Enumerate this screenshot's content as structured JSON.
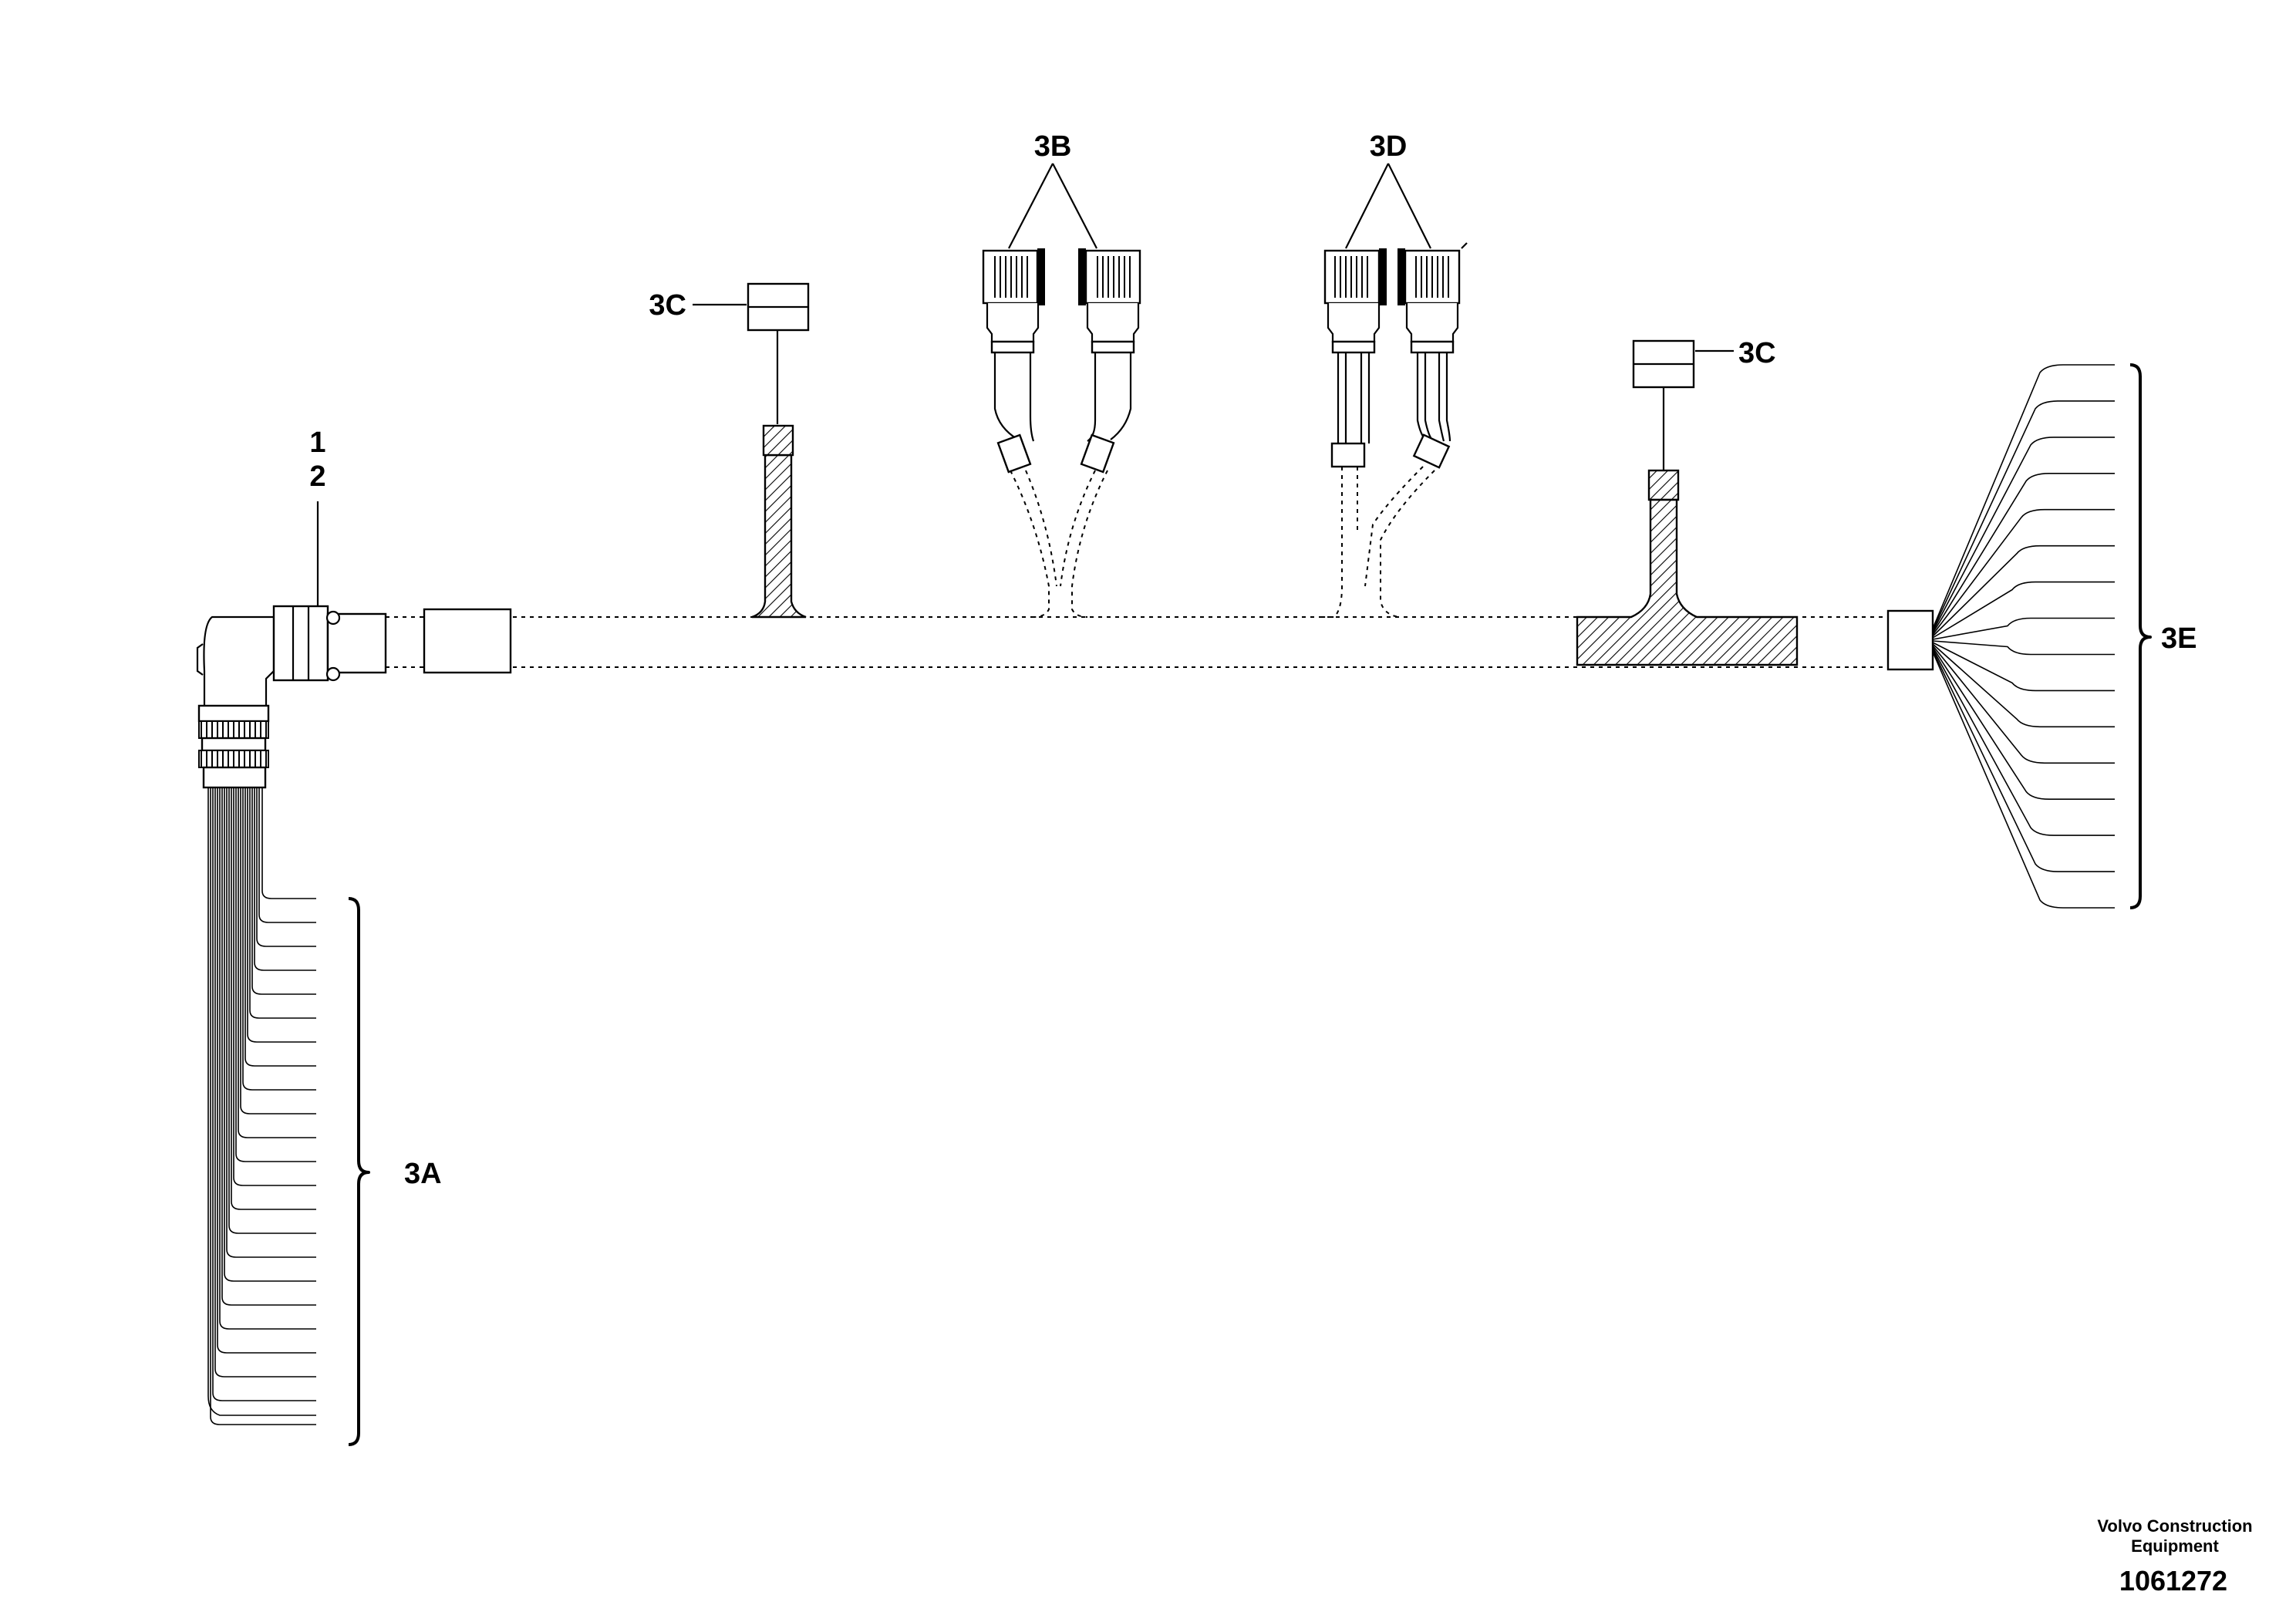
{
  "callouts": {
    "item_1": "1",
    "item_2": "2",
    "item_3a": "3A",
    "item_3b": "3B",
    "item_3c_left": "3C",
    "item_3c_right": "3C",
    "item_3d": "3D",
    "item_3e": "3E"
  },
  "footer": {
    "company_line1": "Volvo Construction",
    "company_line2": "Equipment",
    "drawing_number": "1061272"
  },
  "colors": {
    "line": "#000000",
    "background": "#ffffff"
  }
}
